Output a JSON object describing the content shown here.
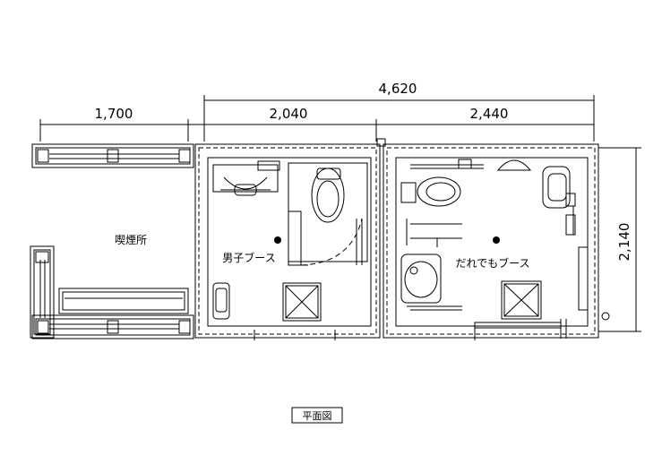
{
  "dimensions": {
    "total_width": "4,620",
    "smoking_width": "1,700",
    "mens_width": "2,040",
    "universal_width": "2,440",
    "depth": "2,140"
  },
  "rooms": {
    "smoking": "喫煙所",
    "mens_booth": "男子ブース",
    "universal_booth": "だれでもブース"
  },
  "caption": "平面図"
}
